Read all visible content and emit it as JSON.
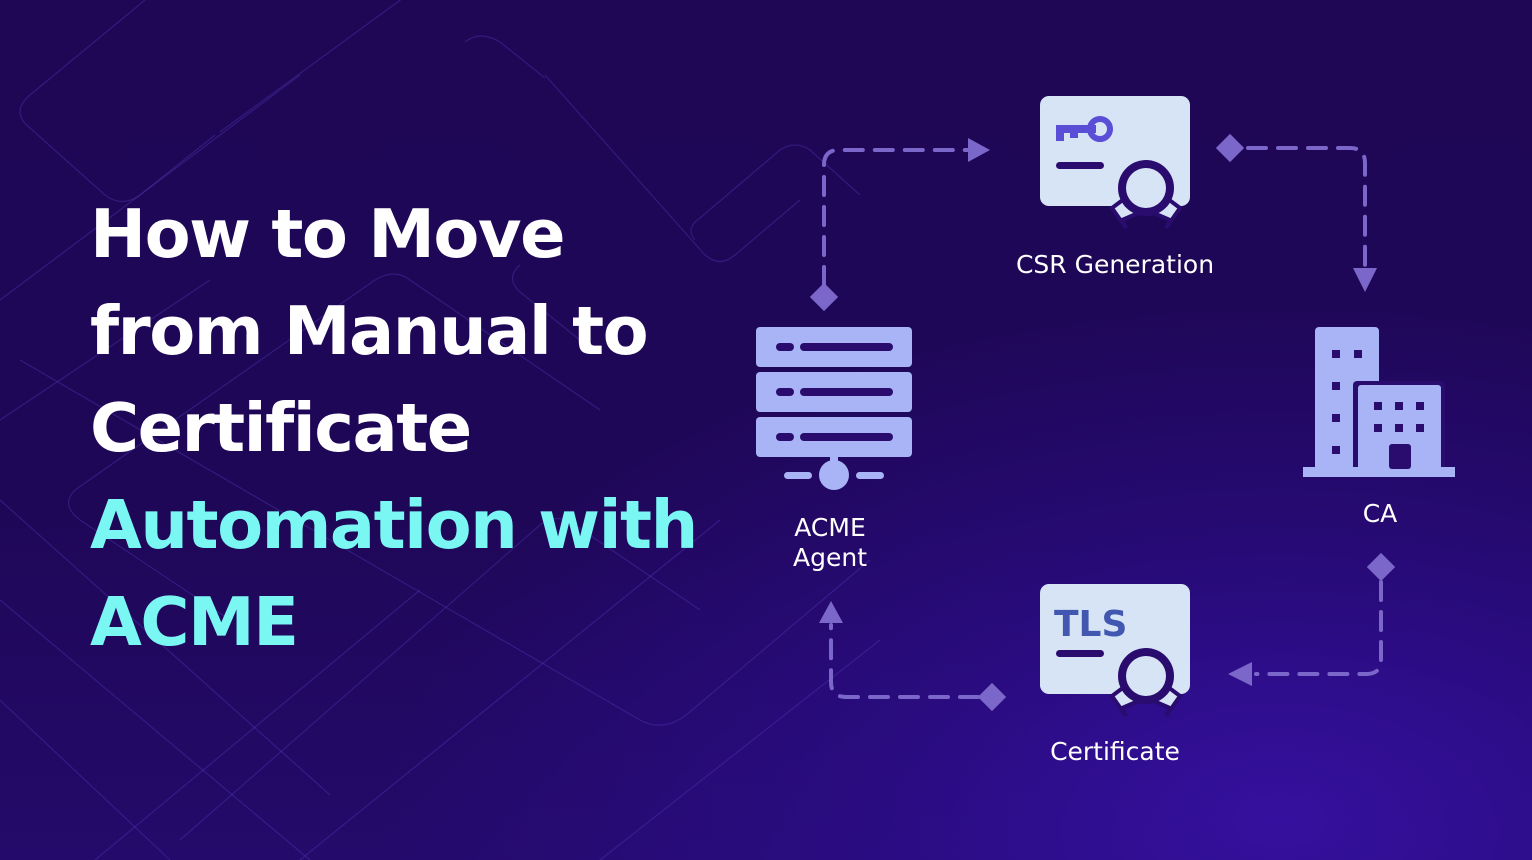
{
  "title": {
    "lines": [
      {
        "text": "How to Move",
        "style": "white"
      },
      {
        "text": "from Manual to",
        "style": "white"
      },
      {
        "text": "Certificate",
        "style": "white"
      },
      {
        "text": "Automation with",
        "style": "accent"
      },
      {
        "text": "ACME",
        "style": "accent"
      }
    ]
  },
  "colors": {
    "background_top": "#1f0756",
    "background_glow": "#35109e",
    "title_white": "#ffffff",
    "title_accent": "#7af6f3",
    "icon_fill": "#a8b4f5",
    "cert_fill": "#d6e4f5",
    "cert_accent": "#5a4ed6",
    "icon_dark": "#2a0c6e",
    "connector": "#7b67c9"
  },
  "diagram": {
    "nodes": [
      {
        "id": "csr",
        "label": "CSR Generation",
        "icon": "certificate-key-icon"
      },
      {
        "id": "ca",
        "label": "CA",
        "icon": "building-icon"
      },
      {
        "id": "certificate",
        "label": "Certificate",
        "icon": "certificate-tls-icon",
        "badge_text": "TLS"
      },
      {
        "id": "agent",
        "label_line1": "ACME",
        "label_line2": "Agent",
        "icon": "server-icon"
      }
    ],
    "edges": [
      {
        "from": "agent",
        "to": "csr",
        "style": "dashed",
        "start": "diamond",
        "end": "arrow"
      },
      {
        "from": "csr",
        "to": "ca",
        "style": "dashed",
        "start": "diamond",
        "end": "arrow"
      },
      {
        "from": "ca",
        "to": "certificate",
        "style": "dashed",
        "start": "diamond",
        "end": "arrow"
      },
      {
        "from": "certificate",
        "to": "agent",
        "style": "dashed",
        "start": "diamond",
        "end": "arrow"
      }
    ]
  }
}
